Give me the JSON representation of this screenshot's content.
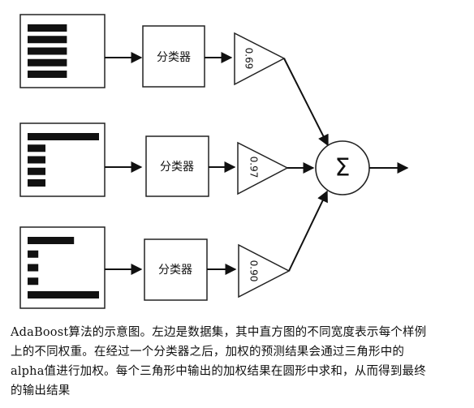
{
  "rows": [
    {
      "data_bars": [
        0.55,
        0.55,
        0.55,
        0.55,
        0.55
      ],
      "classifier_label": "分类器",
      "alpha_label": "0.69"
    },
    {
      "data_bars": [
        1.0,
        0.25,
        0.25,
        0.25,
        0.25
      ],
      "classifier_label": "分类器",
      "alpha_label": "0.97"
    },
    {
      "data_bars": [
        0.65,
        0.15,
        0.15,
        0.15,
        1.0
      ],
      "classifier_label": "分类器",
      "alpha_label": "0.90"
    }
  ],
  "sum_symbol": "Σ",
  "caption": {
    "line1": "AdaBoost算法的示意图。左边是数据集，其中直方图的不同宽度表示每个样例",
    "line2": "上的不同权重。在经过一个分类器之后，加权的预测结果会通过三角形中的",
    "line3": "alpha值进行加权。每个三角形中输出的加权结果在圆形中求和，从而得到最终",
    "line4": "的输出结果"
  }
}
